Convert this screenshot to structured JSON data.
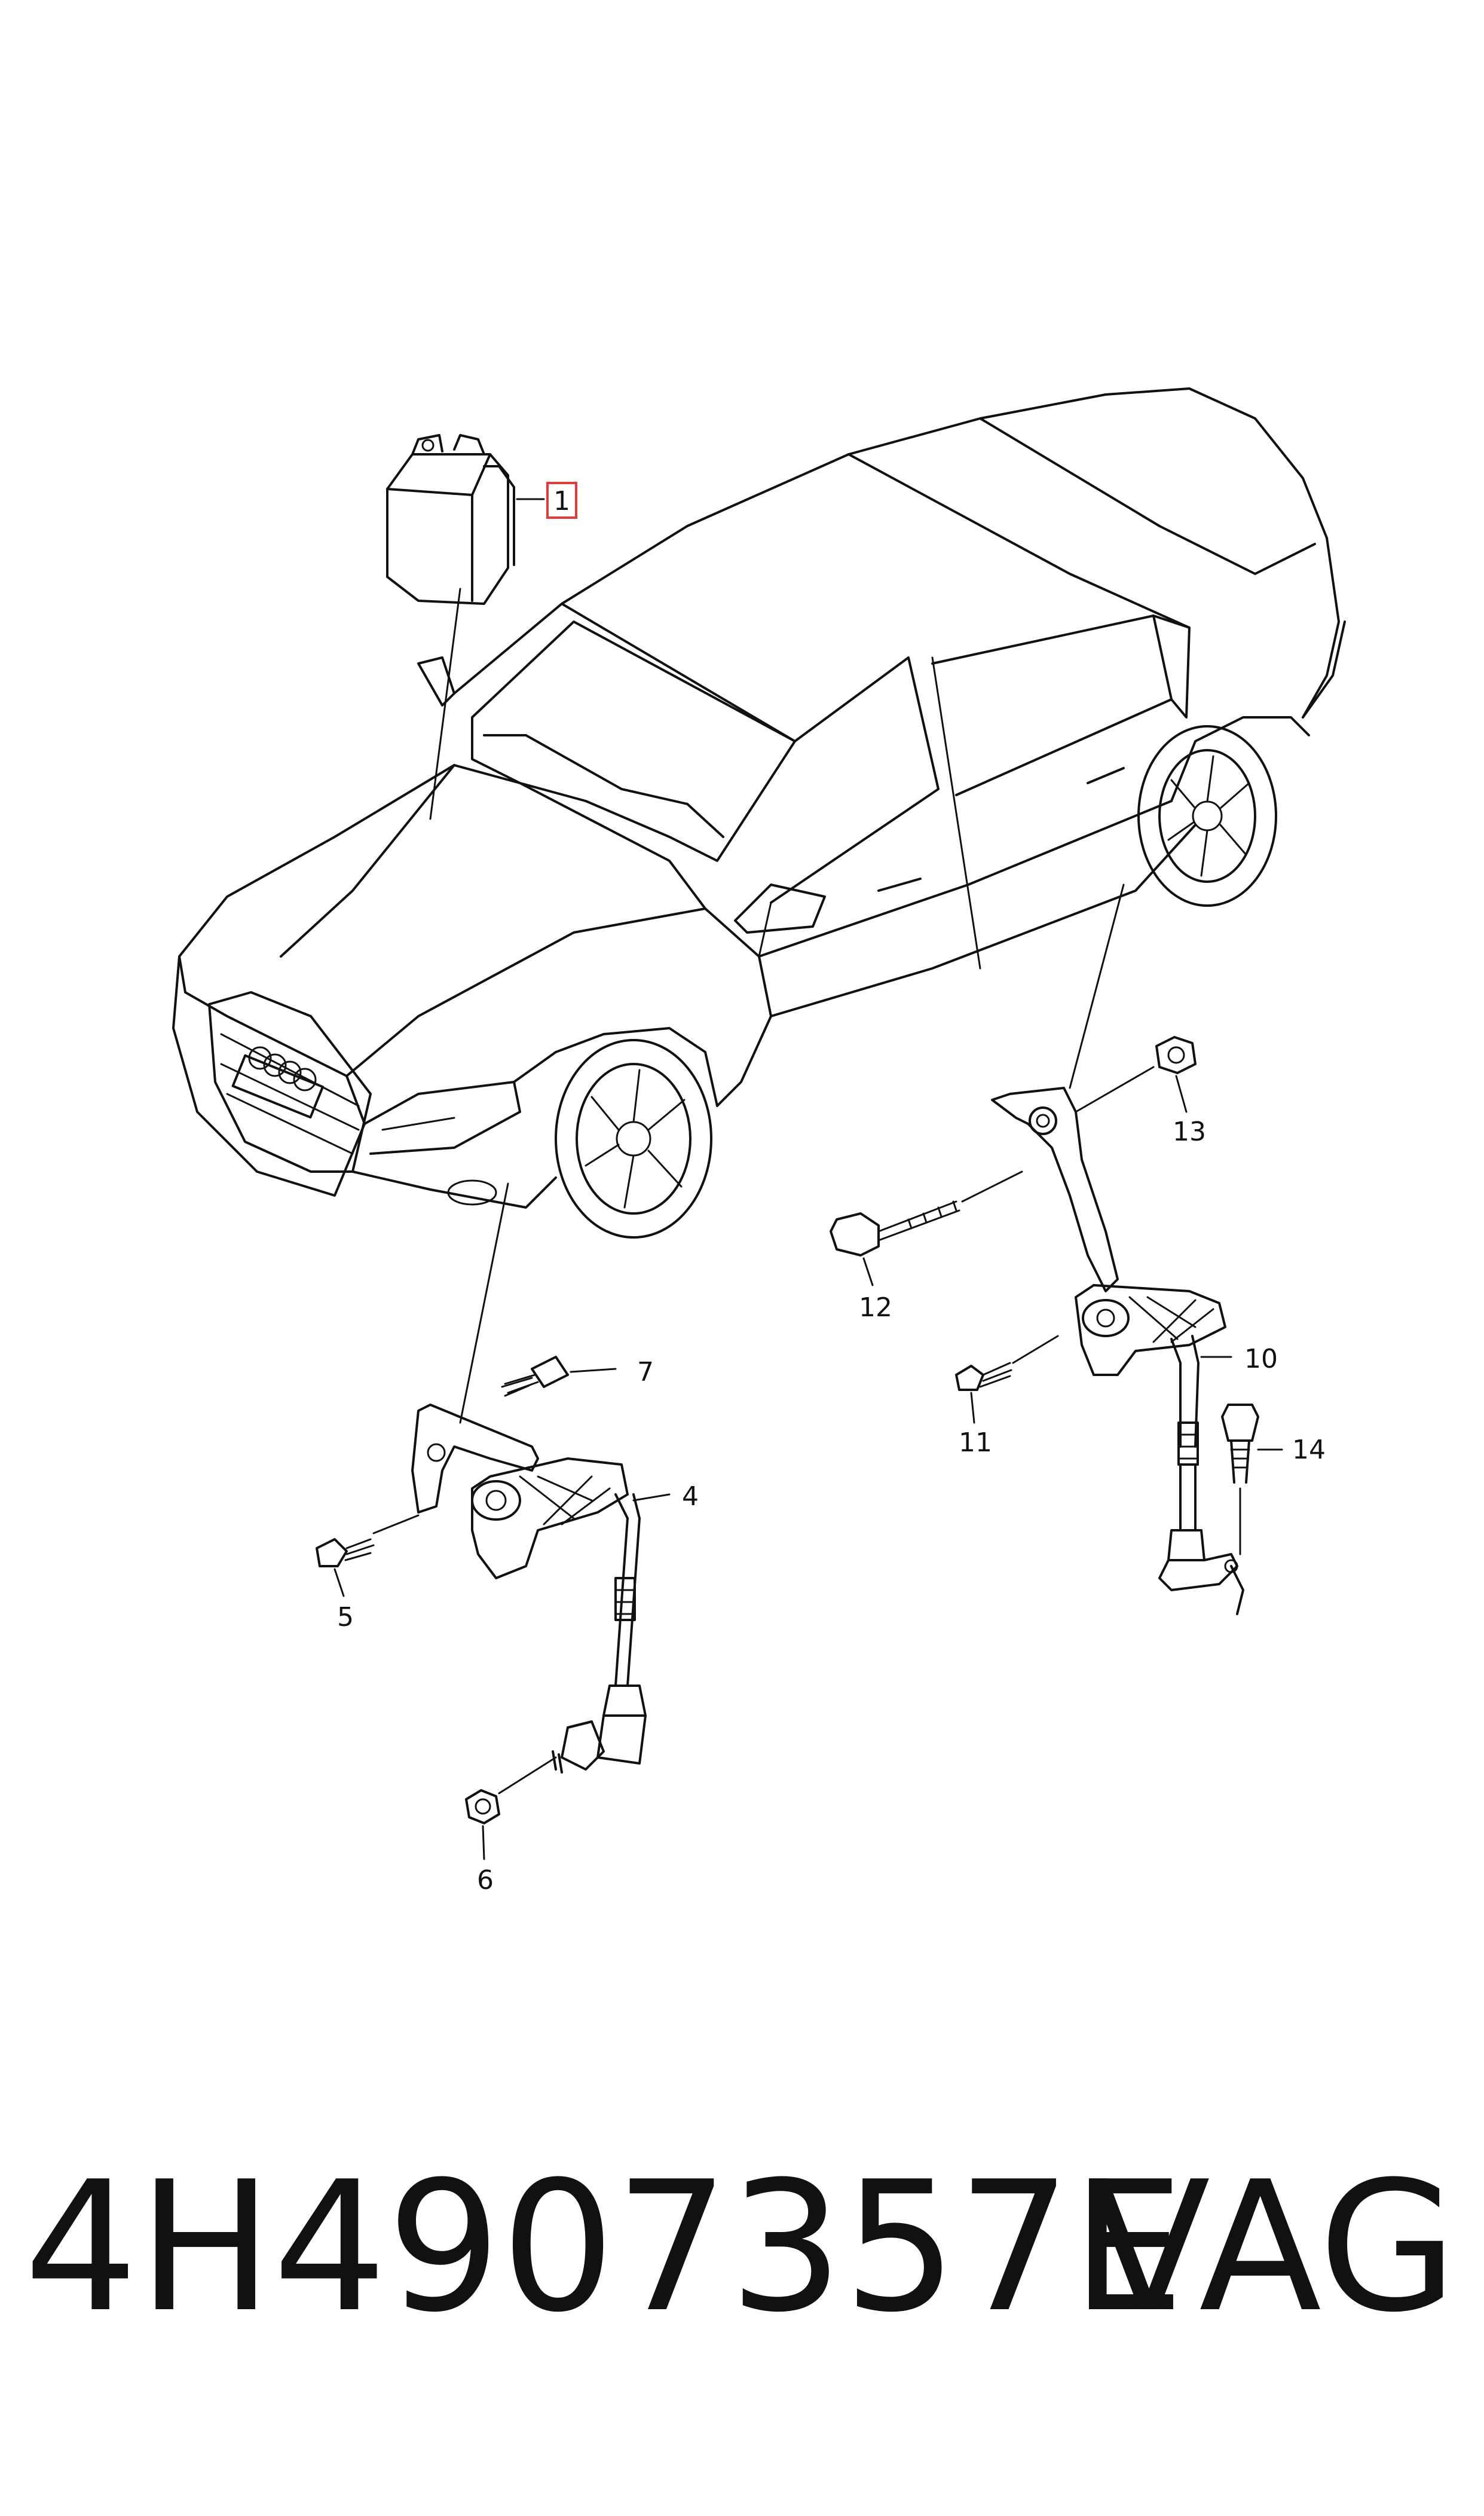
{
  "callouts": {
    "c1": "1",
    "c4": "4",
    "c5": "5",
    "c6": "6",
    "c7": "7",
    "c10": "10",
    "c11": "11",
    "c12": "12",
    "c13": "13",
    "c14": "14"
  },
  "footer": {
    "part_number": "4H4907357E",
    "brand": "VAG"
  },
  "colors": {
    "line": "#111111",
    "highlight_box": "#e23b3b",
    "background": "#ffffff"
  }
}
